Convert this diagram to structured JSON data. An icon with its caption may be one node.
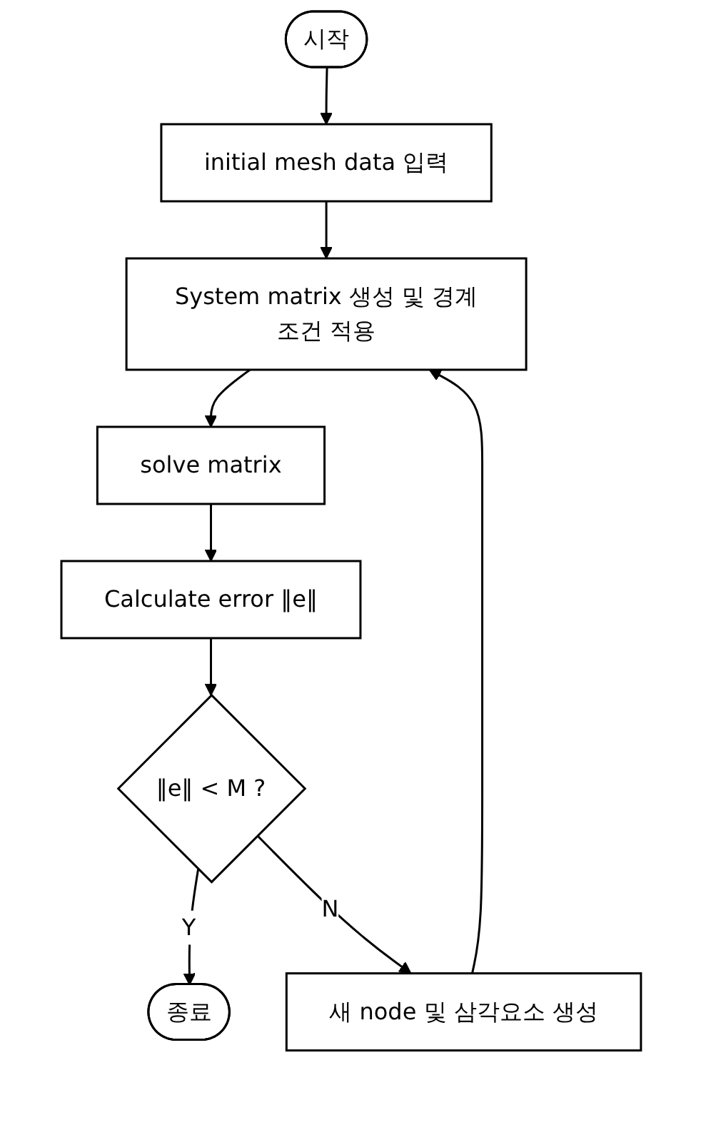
{
  "diagram": {
    "nodes": [
      {
        "text": [
          "시작"
        ]
      },
      {
        "text": [
          "initial mesh data 입력"
        ]
      },
      {
        "text": [
          "System matrix 생성 및 경계조건 적용"
        ]
      },
      {
        "text": [
          "solve matrix"
        ]
      },
      {
        "text": [
          "Calculate error ‖e‖"
        ]
      },
      {
        "text": [
          "‖e‖ < M ?"
        ]
      },
      {
        "text": [
          "종료"
        ]
      },
      {
        "text": [
          "새 node 및 삼각요소 생성"
        ]
      }
    ],
    "edges": [
      {
        "from": 0,
        "to": 1,
        "arrow": "to"
      },
      {
        "from": 1,
        "to": 2,
        "arrow": "to"
      },
      {
        "from": 2,
        "to": 3,
        "arrow": "to"
      },
      {
        "from": 3,
        "to": 4,
        "arrow": "to"
      },
      {
        "from": 4,
        "to": 5,
        "arrow": "to"
      },
      {
        "from": 5,
        "to": 6,
        "label": "Y",
        "arrow": "to"
      },
      {
        "from": 5,
        "to": 7,
        "label": "N",
        "arrow": "to"
      },
      {
        "from": 7,
        "to": 2,
        "arrow": "to"
      }
    ]
  }
}
